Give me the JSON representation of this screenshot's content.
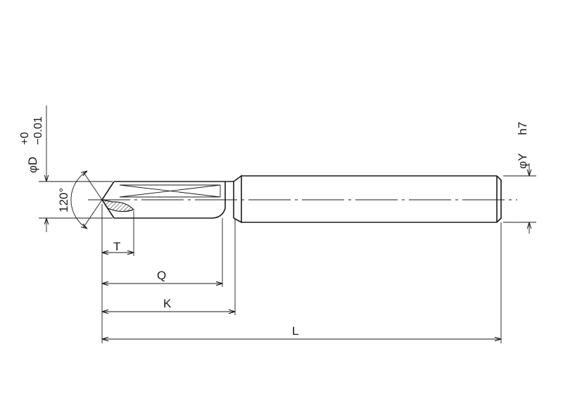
{
  "labels": {
    "diameter_d": "φD",
    "tol_upper": "+0",
    "tol_lower": "−0.01",
    "angle": "120°",
    "diameter_y": "φY",
    "shank_fit": "h7",
    "t": "T",
    "q": "Q",
    "k": "K",
    "l": "L"
  }
}
